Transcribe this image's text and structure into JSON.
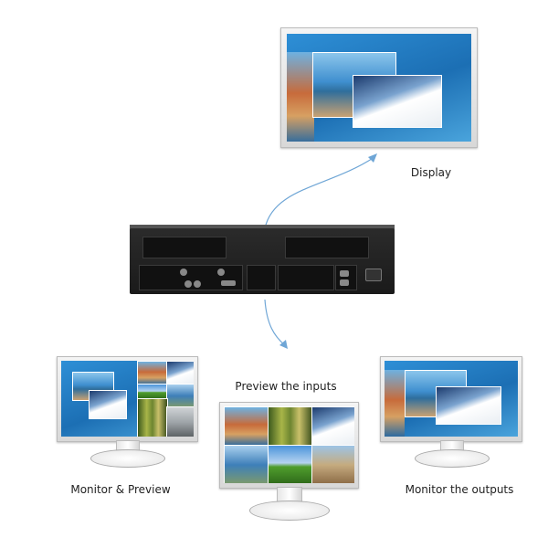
{
  "labels": {
    "display": "Display",
    "preview_inputs": "Preview the inputs",
    "monitor_preview": "Monitor & Preview",
    "monitor_outputs": "Monitor the outputs"
  },
  "colors": {
    "arrow": "#6fa6d6",
    "device": "#1f1f1f"
  }
}
